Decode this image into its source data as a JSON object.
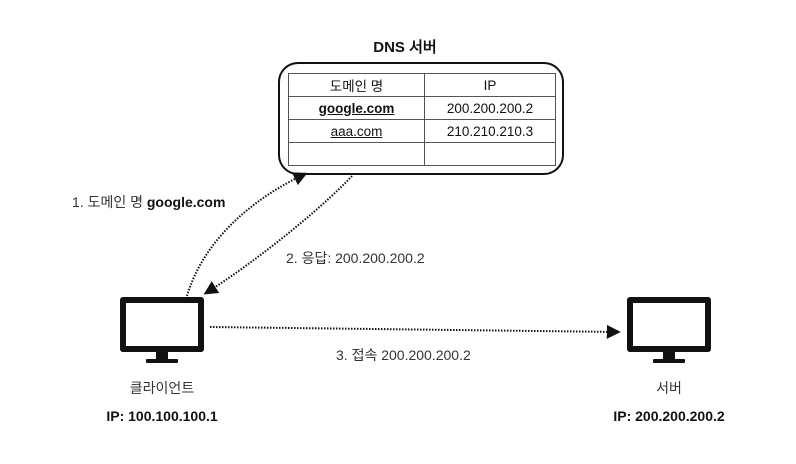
{
  "dns": {
    "title": "DNS 서버",
    "table": {
      "headers": [
        "도메인 명",
        "IP"
      ],
      "rows": [
        {
          "domain": "google.com",
          "ip": "200.200.200.2"
        },
        {
          "domain": "aaa.com",
          "ip": "210.210.210.3"
        },
        {
          "domain": "",
          "ip": ""
        }
      ]
    }
  },
  "arrows": {
    "step1_prefix": "1. 도메인 명 ",
    "step1_domain": "google.com",
    "step2": "2. 응답: 200.200.200.2",
    "step3": "3. 접속 200.200.200.2"
  },
  "client": {
    "name": "클라이언트",
    "ip": "IP: 100.100.100.1",
    "icon": "monitor-icon"
  },
  "server": {
    "name": "서버",
    "ip": "IP: 200.200.200.2",
    "icon": "monitor-icon"
  }
}
